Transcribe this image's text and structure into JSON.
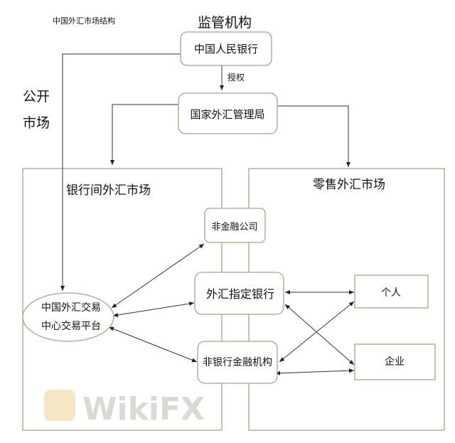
{
  "doc_title": "中国外汇市场结构",
  "regulator_heading": "监管机构",
  "pboc": "中国人民银行",
  "authorize_label": "授权",
  "safe": "国家外汇管理局",
  "public_market": [
    "公开",
    "市场"
  ],
  "interbank_market": "银行间外汇市场",
  "retail_market": "零售外汇市场",
  "cfets": [
    "中国外汇交易",
    "中心交易平台"
  ],
  "non_financial_company": "非金融公司",
  "designated_bank": "外汇指定银行",
  "non_bank_institution": "非银行金融机构",
  "individual": "个人",
  "enterprise": "企业",
  "watermark": "WikiFX"
}
